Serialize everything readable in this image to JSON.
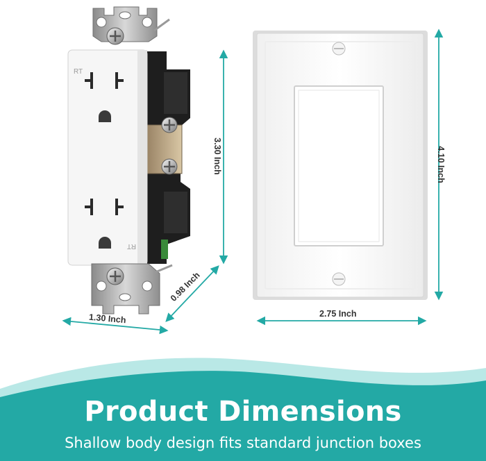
{
  "colors": {
    "accent": "#23a9a5",
    "banner_light": "#4cc5c0",
    "banner_dark": "#179e9a",
    "label": "#333333"
  },
  "dimensions": {
    "outlet_height": "3.30 Inch",
    "outlet_depth": "0.98 Inch",
    "outlet_width": "1.30 Inch",
    "plate_width": "2.75 Inch",
    "plate_height": "4.10 Inch"
  },
  "outlet_markings": {
    "top_label": "RT",
    "bottom_label": "RT"
  },
  "banner": {
    "title": "Product Dimensions",
    "subtitle": "Shallow body design fits standard junction boxes"
  }
}
